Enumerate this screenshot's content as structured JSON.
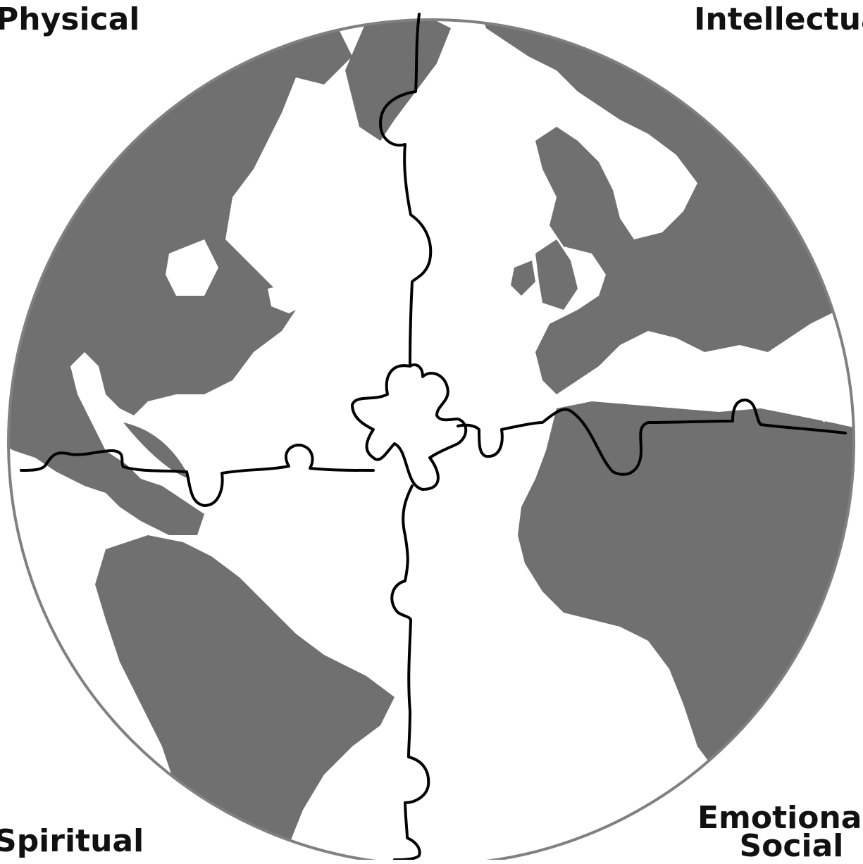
{
  "labels": {
    "physical": "Physical",
    "intellectual": "Intellectual",
    "spiritual": "Spiritual",
    "emotional_line1": "Emotional-",
    "emotional_line2": "Social"
  },
  "colors": {
    "land": "#707070",
    "ocean": "#ffffff",
    "globe_outline": "#808080",
    "puzzle_line": "#000000",
    "text": "#111111"
  }
}
